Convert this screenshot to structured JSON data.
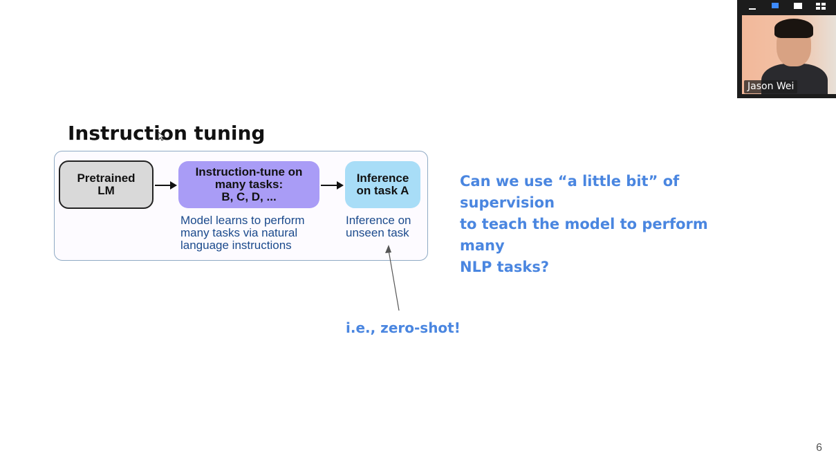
{
  "slide": {
    "title": "Instruction tuning",
    "diagram": {
      "pretrained_label": "Pretrained LM",
      "pretrained_line1": "Pretrained",
      "pretrained_line2": "LM",
      "instruct_line1": "Instruction-tune on",
      "instruct_line2": "many tasks:",
      "instruct_line3": "B, C, D, ...",
      "inference_line1": "Inference",
      "inference_line2": "on task A",
      "instruct_caption_line1": "Model learns to perform",
      "instruct_caption_line2": "many tasks via natural",
      "instruct_caption_line3": "language instructions",
      "inference_caption_line1": "Inference on",
      "inference_caption_line2": "unseen task"
    },
    "question_line1": "Can we use “a little bit” of supervision",
    "question_line2": "to teach the model to perform many",
    "question_line3": "NLP tasks?",
    "annotation": "i.e., zero-shot!",
    "page_number": "6"
  },
  "video": {
    "participant_name": "Jason Wei",
    "toolbar_icons": [
      "minimize-icon",
      "speaker-view-icon",
      "fullscreen-icon",
      "gallery-view-icon"
    ]
  },
  "colors": {
    "accent_blue": "#4a86e0",
    "caption_blue": "#1b4a8c",
    "pretrained_fill": "#d9d9d9",
    "instruct_fill": "#a99cf6",
    "inference_fill": "#a8ddf7"
  }
}
